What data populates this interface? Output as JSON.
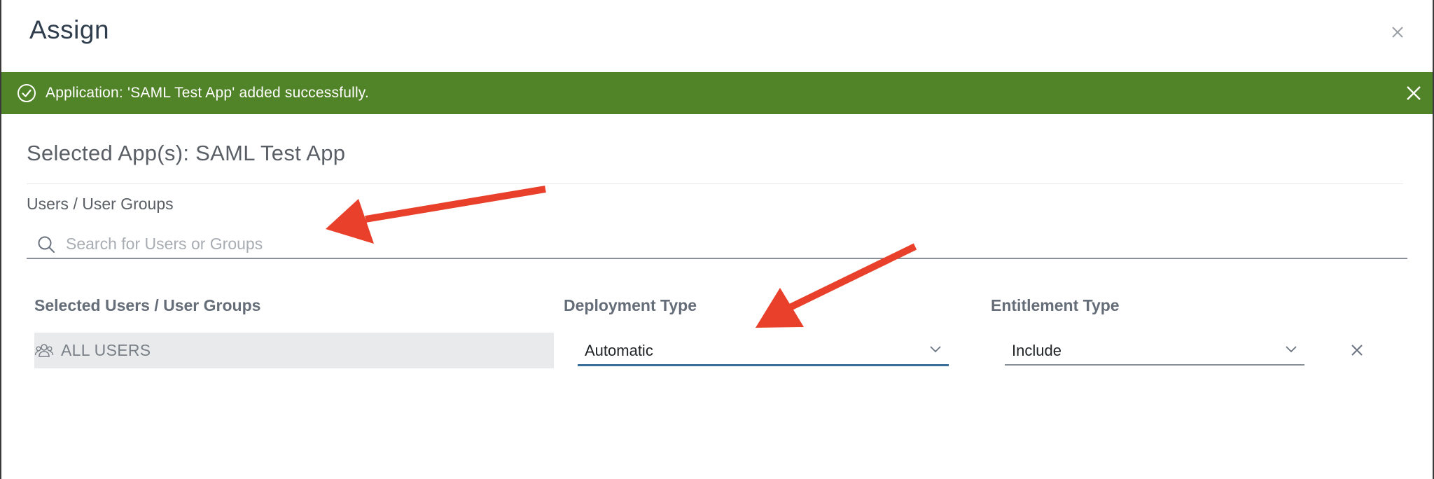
{
  "dialog": {
    "title": "Assign",
    "close_icon": "close-icon"
  },
  "banner": {
    "message": "Application: 'SAML Test App' added successfully.",
    "status_icon": "check-circle-icon",
    "close_icon": "close-icon",
    "color": "#518428"
  },
  "selected_apps": {
    "text": "Selected App(s): SAML Test App"
  },
  "users_section": {
    "label": "Users / User Groups",
    "search_placeholder": "Search for Users or Groups",
    "search_value": "",
    "search_icon": "search-icon"
  },
  "table": {
    "headers": {
      "selected": "Selected Users / User Groups",
      "deployment": "Deployment Type",
      "entitlement": "Entitlement Type"
    },
    "rows": [
      {
        "user_group": "ALL USERS",
        "user_icon": "user-group-icon",
        "deployment_type": "Automatic",
        "entitlement_type": "Include",
        "remove_icon": "close-icon"
      }
    ]
  },
  "annotations": {
    "arrow_color": "#e8402a",
    "arrow_count": 2
  }
}
